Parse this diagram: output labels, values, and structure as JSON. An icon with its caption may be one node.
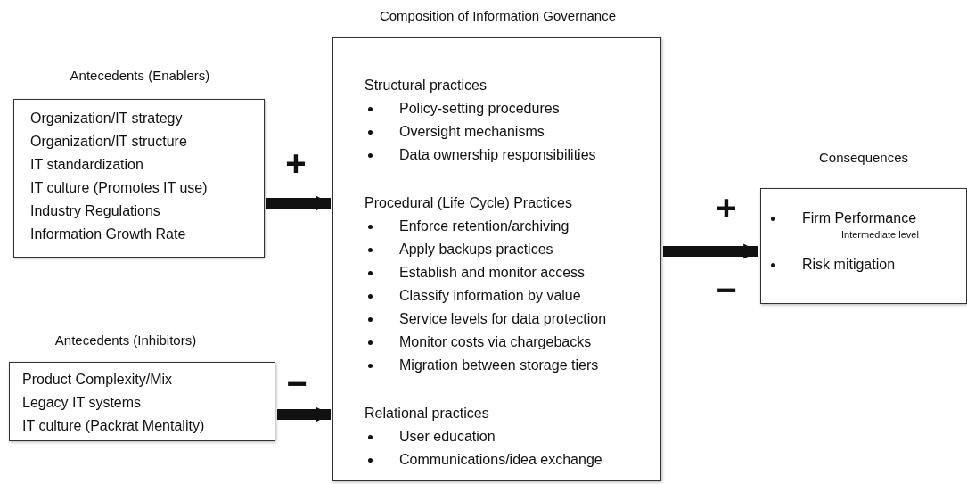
{
  "diagram": {
    "nodes": [
      {
        "text": [
          "Antecedents (Enablers)",
          "Organization/IT strategy",
          "Organization/IT structure",
          "IT standardization",
          "IT culture (Promotes IT use)",
          "Industry Regulations",
          "Information Growth Rate"
        ]
      },
      {
        "text": [
          "Antecedents (Inhibitors)",
          "Product Complexity/Mix",
          "Legacy IT systems",
          "IT culture (Packrat Mentality)"
        ]
      },
      {
        "text": [
          "Composition of Information Governance",
          "Structural practices",
          "Policy-setting procedures",
          "Oversight mechanisms",
          "Data ownership responsibilities",
          "Procedural (Life Cycle) Practices",
          "Enforce retention/archiving",
          "Apply backups practices",
          "Establish and monitor access",
          "Classify information by value",
          "Service levels for data protection",
          "Monitor costs via chargebacks",
          "Migration between storage tiers",
          "Relational practices",
          "User education",
          "Communications/idea exchange"
        ]
      },
      {
        "text": [
          "Consequences",
          "Firm Performance",
          "Intermediate level",
          "Risk mitigation"
        ]
      }
    ],
    "edges": [
      {
        "from": 0,
        "to": 2,
        "arrow": "to",
        "label": "+"
      },
      {
        "from": 1,
        "to": 2,
        "arrow": "to",
        "label": "−"
      },
      {
        "from": 2,
        "to": 3,
        "arrow": "to",
        "label": "+"
      }
    ],
    "labels": [
      "−"
    ]
  }
}
